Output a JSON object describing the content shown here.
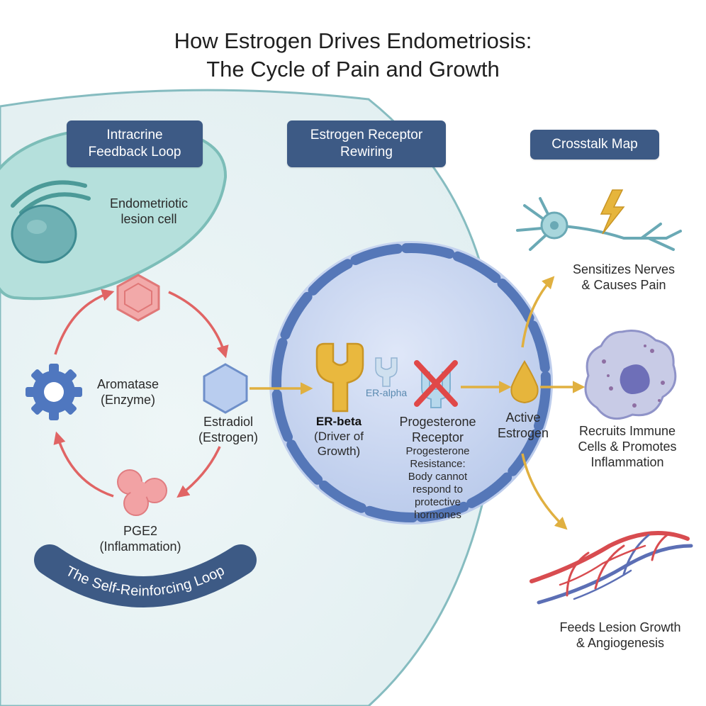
{
  "title": {
    "line1": "How Estrogen Drives Endometriosis:",
    "line2": "The Cycle of Pain and Growth"
  },
  "sections": {
    "intracrine": {
      "header_line1": "Intracrine",
      "header_line2": "Feedback Loop",
      "cell_label_line1": "Endometriotic",
      "cell_label_line2": "lesion cell",
      "aromatase_line1": "Aromatase",
      "aromatase_line2": "(Enzyme)",
      "estradiol_line1": "Estradiol",
      "estradiol_line2": "(Estrogen)",
      "pge2_line1": "PGE2",
      "pge2_line2": "(Inflammation)",
      "banner": "The Self-Reinforcing Loop"
    },
    "receptor": {
      "header_line1": "Estrogen Receptor",
      "header_line2": "Rewiring",
      "er_beta": "ER-beta",
      "er_beta_sub1": "(Driver of",
      "er_beta_sub2": "Growth)",
      "er_alpha": "ER-alpha",
      "pr_line1": "Progesterone",
      "pr_line2": "Receptor",
      "resistance": [
        "Progesterone",
        "Resistance:",
        "Body cannot",
        "respond to",
        "protective",
        "hormones"
      ]
    },
    "crosstalk": {
      "header": "Crosstalk Map",
      "active_line1": "Active",
      "active_line2": "Estrogen",
      "nerves_line1": "Sensitizes Nerves",
      "nerves_line2": "& Causes Pain",
      "immune_line1": "Recruits Immune",
      "immune_line2": "Cells & Promotes",
      "immune_line3": "Inflammation",
      "growth_line1": "Feeds Lesion Growth",
      "growth_line2": "& Angiogenesis"
    }
  },
  "colors": {
    "header_bg": "#3d5a85",
    "loop_arrow": "#e06464",
    "flow_arrow": "#e0b040",
    "receptor_gold": "#e6b53c",
    "inhibit_red": "#e04848",
    "cell_teal": "#a9d9d6",
    "nucleus_blue": "#c5d3ee"
  },
  "icons": [
    "hexagon-icon",
    "gear-icon",
    "pge2-molecule-icon",
    "receptor-icon",
    "x-mark-icon",
    "neuron-icon",
    "lightning-icon",
    "immune-cell-icon",
    "blood-vessel-icon",
    "droplet-icon"
  ]
}
